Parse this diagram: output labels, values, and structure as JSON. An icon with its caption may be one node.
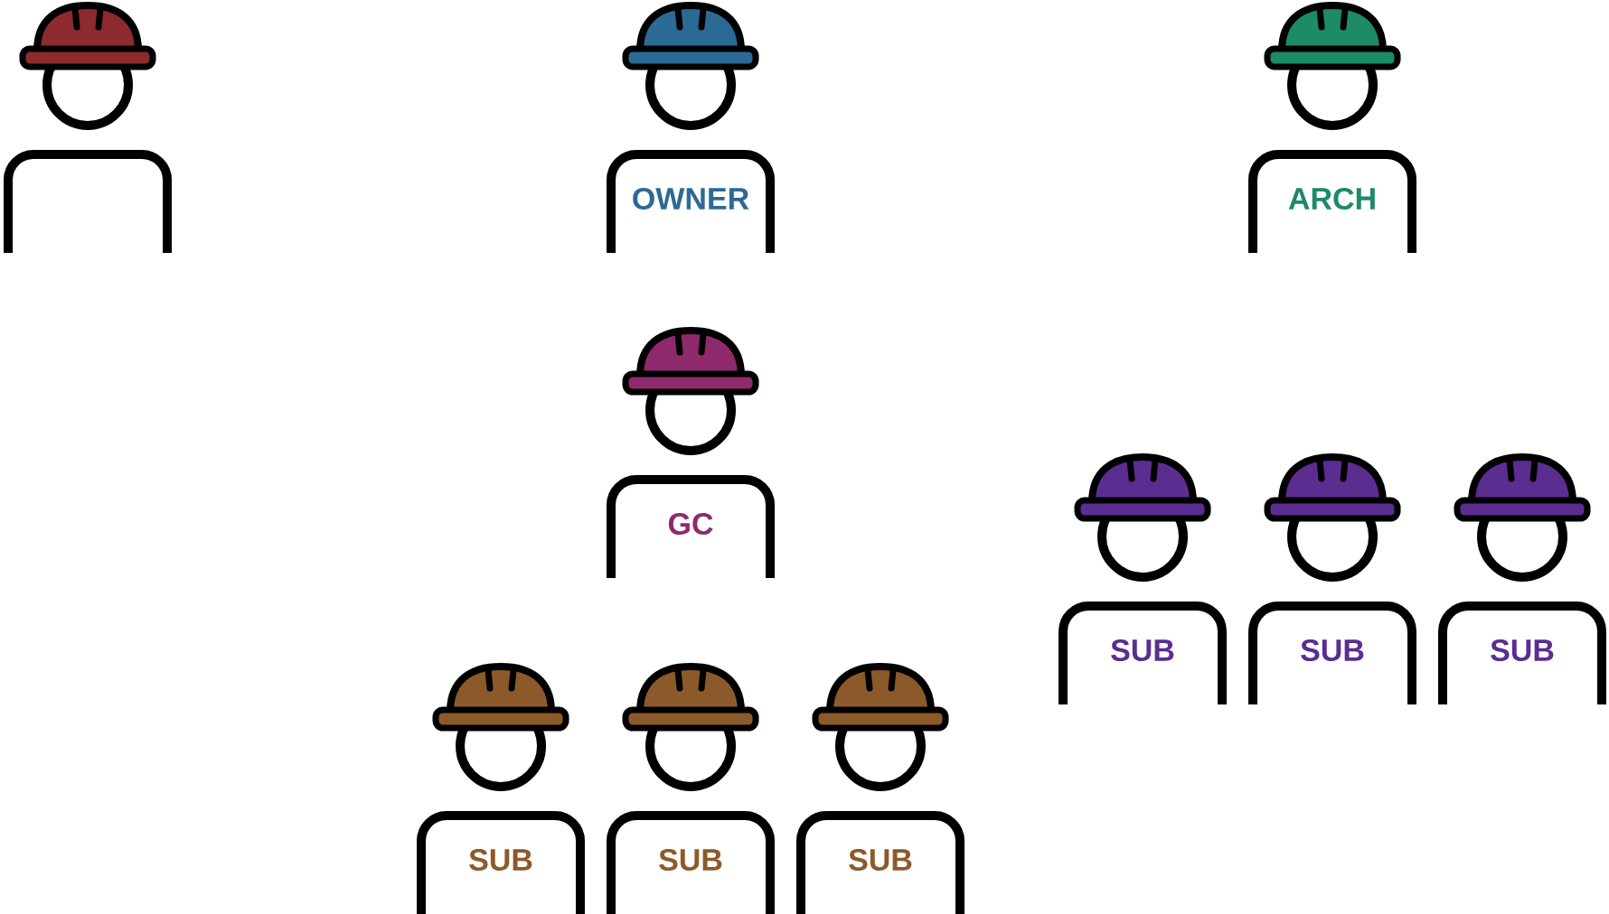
{
  "diagram": {
    "nodes": [
      {
        "text": [],
        "shape": "person"
      },
      {
        "text": [
          "OWNER"
        ]
      },
      {
        "text": [
          "ARCH"
        ]
      },
      {
        "text": [
          "GC"
        ]
      },
      {
        "text": [
          "SUB"
        ]
      },
      {
        "text": [
          "SUB"
        ]
      },
      {
        "text": [
          "SUB"
        ]
      },
      {
        "text": [
          "SUB"
        ]
      },
      {
        "text": [
          "SUB"
        ]
      },
      {
        "text": [
          "SUB"
        ]
      }
    ]
  }
}
